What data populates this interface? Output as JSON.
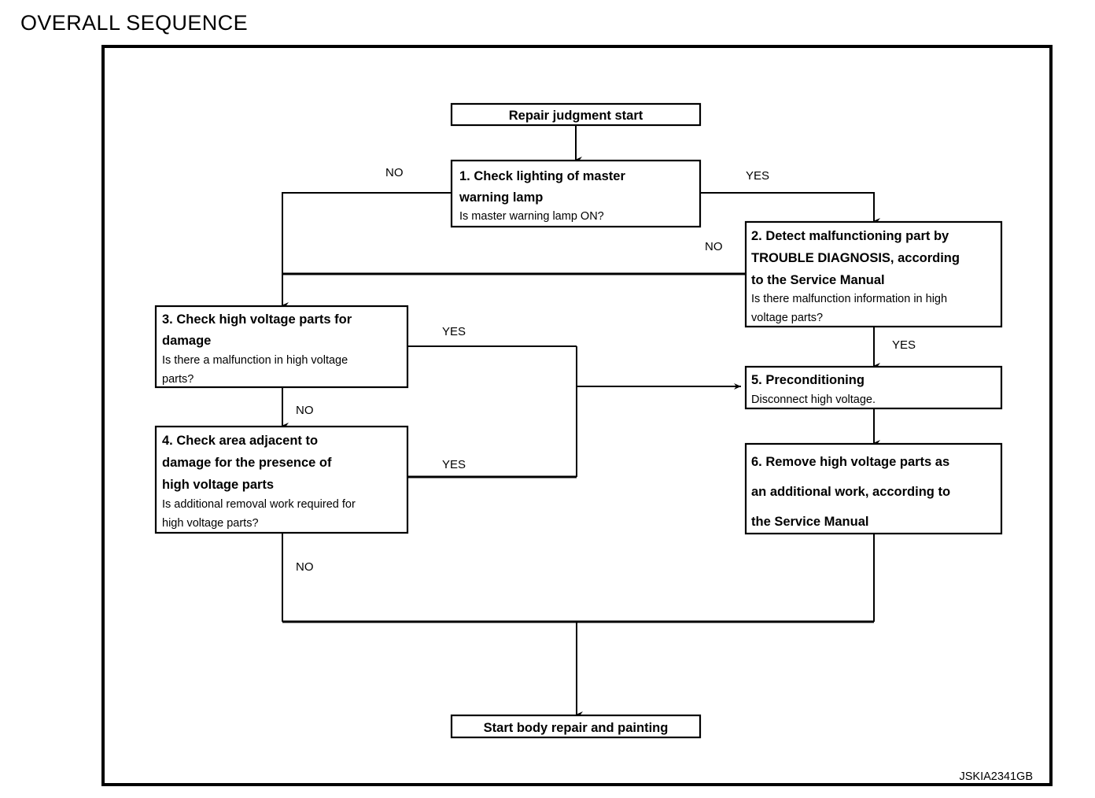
{
  "page": {
    "title": "OVERALL SEQUENCE",
    "figure_code": "JSKIA2341GB"
  },
  "chart_data": {
    "type": "diagram",
    "diagram_type": "flowchart",
    "title": "OVERALL SEQUENCE",
    "orientation": "top-to-bottom"
  },
  "nodes": {
    "start": {
      "shape": "terminator",
      "label": "Repair judgment start"
    },
    "step1": {
      "shape": "process",
      "head_line1": "1. Check lighting of master",
      "head_line2": "warning lamp",
      "sub_line1": "Is master warning lamp ON?"
    },
    "step2": {
      "shape": "process",
      "head_line1": "2. Detect malfunctioning part by",
      "head_line2": "TROUBLE DIAGNOSIS, according",
      "head_line3": "to the Service Manual",
      "sub_line1": "Is there malfunction information in high",
      "sub_line2": "voltage parts?"
    },
    "step3": {
      "shape": "process",
      "head_line1": "3. Check high voltage parts for",
      "head_line2": "damage",
      "sub_line1": "Is there a malfunction in high voltage",
      "sub_line2": "parts?"
    },
    "step4": {
      "shape": "process",
      "head_line1": "4. Check area adjacent to",
      "head_line2": "damage for the presence of",
      "head_line3": "high voltage parts",
      "sub_line1": "Is additional removal work required for",
      "sub_line2": "high voltage parts?"
    },
    "step5": {
      "shape": "process",
      "head_line1": "5. Preconditioning",
      "sub_line1": "Disconnect high voltage."
    },
    "step6": {
      "shape": "process",
      "head_line1": "6. Remove high voltage parts as",
      "head_line2": "an additional work, according to",
      "head_line3": "the Service Manual"
    },
    "end": {
      "shape": "terminator",
      "label": "Start body repair and painting"
    }
  },
  "edge_labels": {
    "step1_no": "NO",
    "step1_yes": "YES",
    "step2_no": "NO",
    "step2_yes": "YES",
    "step3_yes": "YES",
    "step3_no": "NO",
    "step4_yes": "YES",
    "step4_no": "NO"
  },
  "colors": {
    "stroke": "#000000",
    "fill": "#ffffff",
    "background": "#ffffff"
  }
}
